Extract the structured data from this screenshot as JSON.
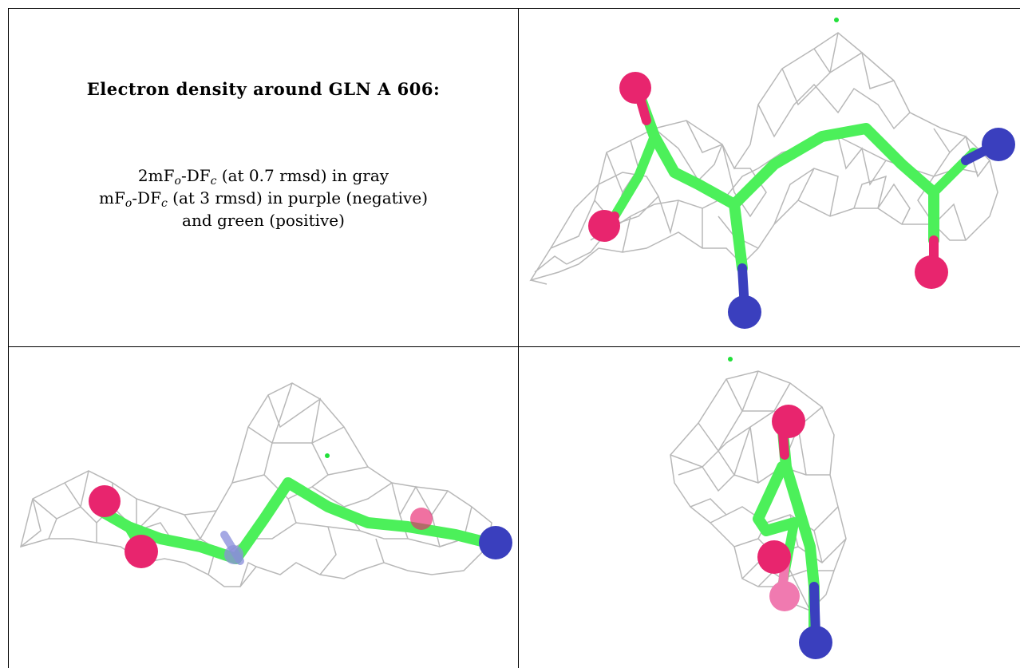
{
  "caption": {
    "title": "Electron density around GLN A 606:",
    "line1": {
      "pre": "2mF",
      "o": "o",
      "mid": "-DF",
      "c": "c",
      "post": " (at 0.7 rmsd) in gray"
    },
    "line2": {
      "pre": "mF",
      "o": "o",
      "mid": "-DF",
      "c": "c",
      "post": " (at 3 rmsd) in purple (negative)"
    },
    "line3": "and green (positive)"
  },
  "colors": {
    "mesh": "#b8b8b8",
    "carbon": "#4cf05a",
    "oxygen": "#e8256e",
    "nitrogen": "#3a3fbe",
    "positive_density": "#22e03a"
  },
  "views": [
    {
      "name": "view-top-right",
      "description": ""
    },
    {
      "name": "view-bottom-left",
      "description": ""
    },
    {
      "name": "view-bottom-right",
      "description": ""
    }
  ]
}
